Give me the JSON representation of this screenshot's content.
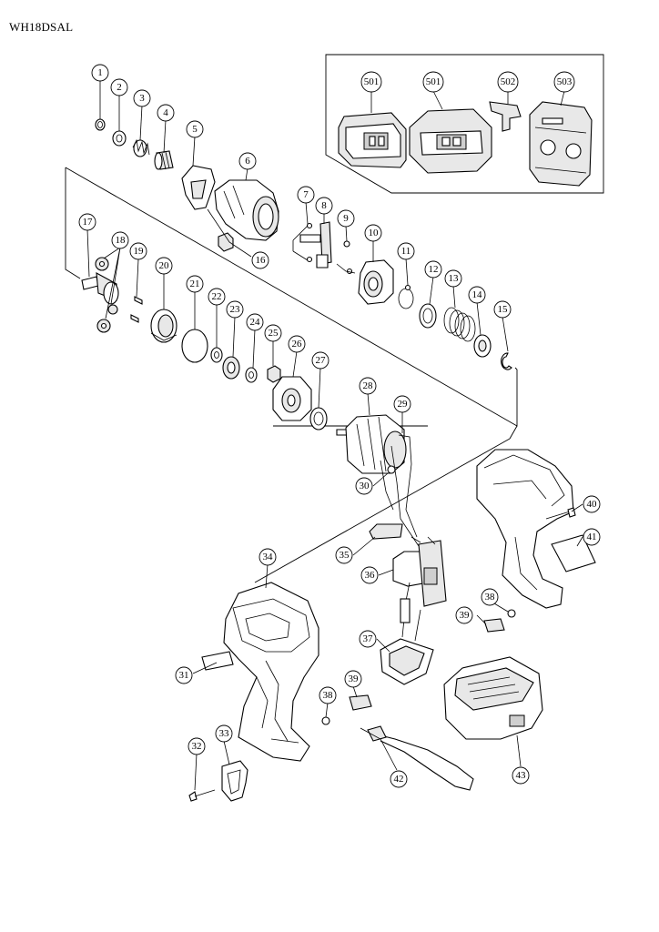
{
  "model": "WH18DSAL",
  "callouts": [
    {
      "id": "c1",
      "n": "1"
    },
    {
      "id": "c2",
      "n": "2"
    },
    {
      "id": "c3",
      "n": "3"
    },
    {
      "id": "c4",
      "n": "4"
    },
    {
      "id": "c5",
      "n": "5"
    },
    {
      "id": "c6",
      "n": "6"
    },
    {
      "id": "c7",
      "n": "7"
    },
    {
      "id": "c8",
      "n": "8"
    },
    {
      "id": "c9",
      "n": "9"
    },
    {
      "id": "c10",
      "n": "10"
    },
    {
      "id": "c11",
      "n": "11"
    },
    {
      "id": "c12",
      "n": "12"
    },
    {
      "id": "c13",
      "n": "13"
    },
    {
      "id": "c14",
      "n": "14"
    },
    {
      "id": "c15",
      "n": "15"
    },
    {
      "id": "c16",
      "n": "16"
    },
    {
      "id": "c17",
      "n": "17"
    },
    {
      "id": "c18",
      "n": "18"
    },
    {
      "id": "c19",
      "n": "19"
    },
    {
      "id": "c20",
      "n": "20"
    },
    {
      "id": "c21",
      "n": "21"
    },
    {
      "id": "c22",
      "n": "22"
    },
    {
      "id": "c23",
      "n": "23"
    },
    {
      "id": "c24",
      "n": "24"
    },
    {
      "id": "c25",
      "n": "25"
    },
    {
      "id": "c26",
      "n": "26"
    },
    {
      "id": "c27",
      "n": "27"
    },
    {
      "id": "c28",
      "n": "28"
    },
    {
      "id": "c29",
      "n": "29"
    },
    {
      "id": "c30",
      "n": "30"
    },
    {
      "id": "c31",
      "n": "31"
    },
    {
      "id": "c32",
      "n": "32"
    },
    {
      "id": "c33",
      "n": "33"
    },
    {
      "id": "c34",
      "n": "34"
    },
    {
      "id": "c35",
      "n": "35"
    },
    {
      "id": "c36",
      "n": "36"
    },
    {
      "id": "c37",
      "n": "37"
    },
    {
      "id": "c38a",
      "n": "38"
    },
    {
      "id": "c38b",
      "n": "38"
    },
    {
      "id": "c39a",
      "n": "39"
    },
    {
      "id": "c39b",
      "n": "39"
    },
    {
      "id": "c40",
      "n": "40"
    },
    {
      "id": "c41",
      "n": "41"
    },
    {
      "id": "c42",
      "n": "42"
    },
    {
      "id": "c43",
      "n": "43"
    },
    {
      "id": "c501a",
      "n": "501"
    },
    {
      "id": "c501b",
      "n": "501"
    },
    {
      "id": "c502",
      "n": "502"
    },
    {
      "id": "c503",
      "n": "503"
    }
  ]
}
